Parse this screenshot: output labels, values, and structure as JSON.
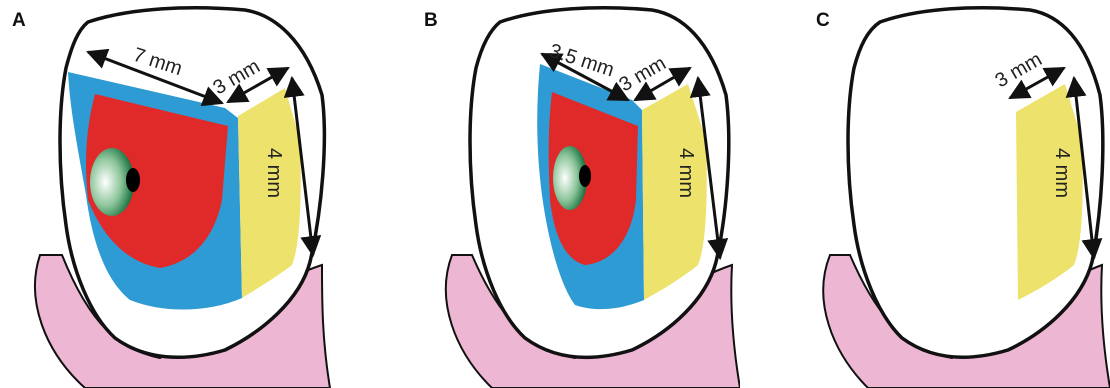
{
  "panels": [
    {
      "label": "A",
      "dimensions": {
        "mesial_distal": "7 mm",
        "width": "3 mm",
        "depth": "4 mm"
      },
      "colors": {
        "blue": "#2f9bd4",
        "red": "#e02a2a",
        "yellow": "#ede26b",
        "pink": "#edb6d2"
      }
    },
    {
      "label": "B",
      "dimensions": {
        "mesial_distal": "3.5 mm",
        "width": "3 mm",
        "depth": "4 mm"
      }
    },
    {
      "label": "C",
      "dimensions": {
        "width": "3 mm",
        "depth": "4 mm"
      }
    }
  ]
}
